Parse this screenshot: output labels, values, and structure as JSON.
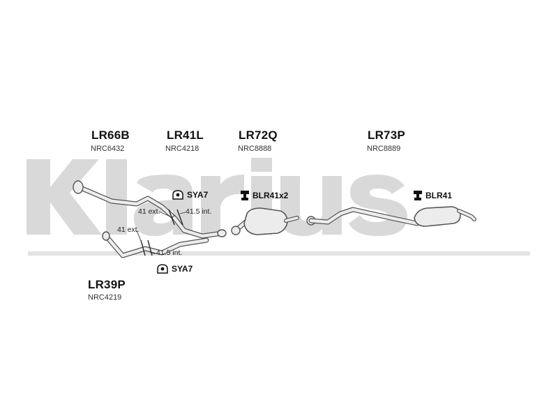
{
  "watermark": {
    "text": "Klarius",
    "color": "#d9d9d9"
  },
  "colors": {
    "pipe_stroke": "#555555",
    "pipe_fill": "#ececec",
    "ink": "#111111"
  },
  "parts": [
    {
      "code": "LR66B",
      "oem": "NRC6432"
    },
    {
      "code": "LR41L",
      "oem": "NRC4218"
    },
    {
      "code": "LR72Q",
      "oem": "NRC8888"
    },
    {
      "code": "LR73P",
      "oem": "NRC8889"
    },
    {
      "code": "LR39P",
      "oem": "NRC4219"
    }
  ],
  "fittings": [
    {
      "label": "SYA7",
      "icon": "rubber-mount-icon"
    },
    {
      "label": "BLR41x2",
      "icon": "bolt-set-icon"
    },
    {
      "label": "SYA7",
      "icon": "rubber-mount-icon"
    },
    {
      "label": "BLR41",
      "icon": "bolt-set-icon"
    }
  ],
  "annotations": [
    "41 ext.",
    "41.5 int.",
    "41 ext.",
    "41.5 int."
  ]
}
